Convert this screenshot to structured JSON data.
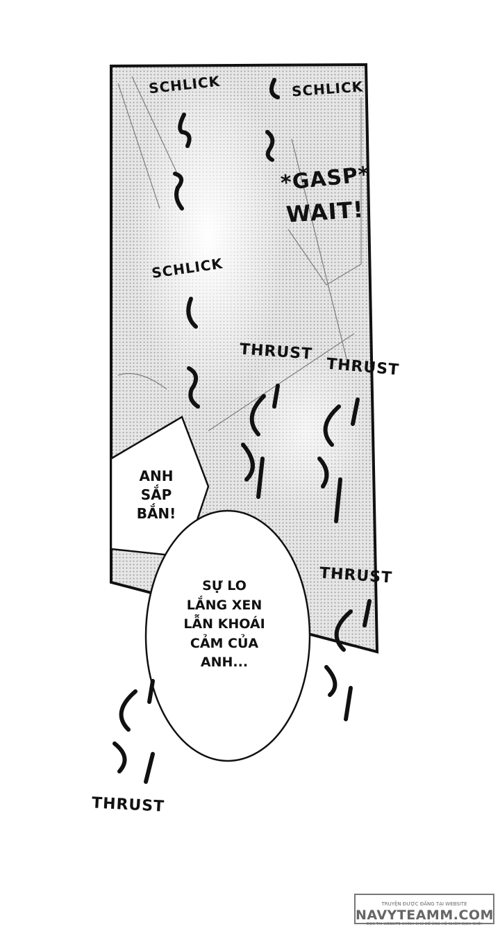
{
  "sfx": {
    "schlick_1": "SCHLICK",
    "schlick_2": "SCHLICK",
    "schlick_3": "SCHLICK",
    "gasp": "*GASP*",
    "wait": "WAIT!",
    "thrust_1": "THRUST",
    "thrust_2": "THRUST",
    "thrust_3": "THRUST",
    "thrust_4": "THRUST"
  },
  "bubbles": {
    "small": [
      "ANH",
      "SẮP",
      "BẮN!"
    ],
    "large": [
      "SỰ LO",
      "LẮNG XEN",
      "LẪN KHOÁI",
      "CẢM CỦA",
      "ANH..."
    ]
  },
  "watermark": {
    "top": "TRUYỆN ĐƯỢC ĐĂNG TẠI WEBSITE",
    "main": "NAVYTEAMM.COM",
    "bottom": "ĐỌC TẠI WEBSITE CHÍNH CHỦ ĐỂ ỦNG HỘ NHÓM DỊCH NHÉ!"
  },
  "colors": {
    "ink": "#111111",
    "screen": "#d9d9d9",
    "paper": "#ffffff"
  }
}
